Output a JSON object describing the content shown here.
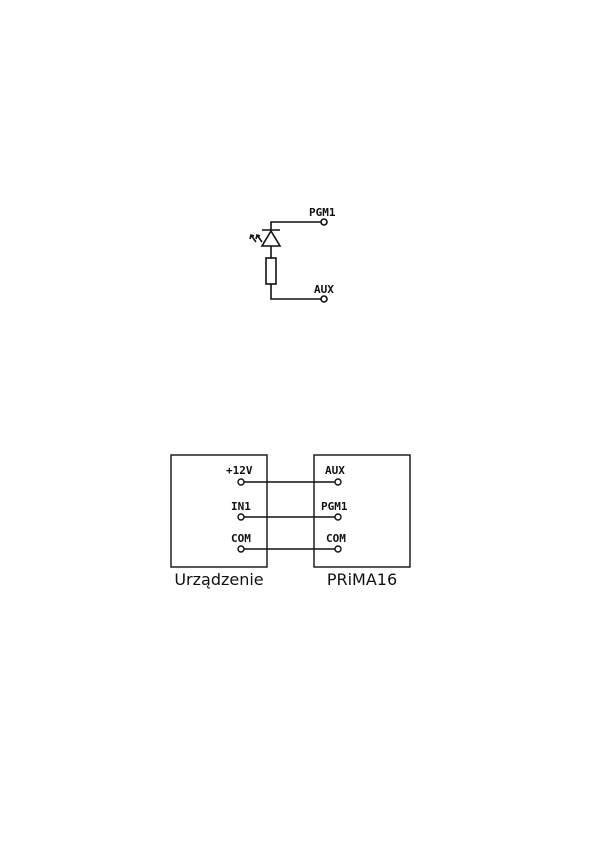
{
  "diagram1": {
    "labels": {
      "pgm1": "PGM1",
      "aux": "AUX"
    }
  },
  "diagram2": {
    "left_box": {
      "caption": "Urządzenie",
      "terminals": [
        "+12V",
        "IN1",
        "COM"
      ]
    },
    "right_box": {
      "caption": "PRiMA16",
      "terminals": [
        "AUX",
        "PGM1",
        "COM"
      ]
    }
  }
}
